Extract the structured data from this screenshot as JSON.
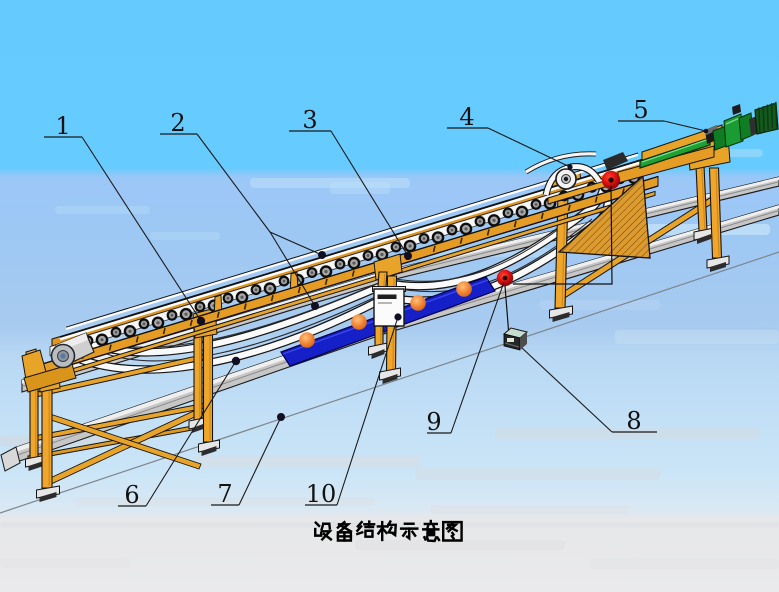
{
  "figure": {
    "type": "belt-conveyor-structure-schematic",
    "caption": "设备结构示意图"
  },
  "callouts": [
    {
      "number": "1"
    },
    {
      "number": "2"
    },
    {
      "number": "3"
    },
    {
      "number": "4"
    },
    {
      "number": "5"
    },
    {
      "number": "6"
    },
    {
      "number": "7"
    },
    {
      "number": "8"
    },
    {
      "number": "9"
    },
    {
      "number": "10"
    }
  ],
  "colors": {
    "sky_top": "#66CBFE",
    "sky_mid": "#9BC7F7",
    "ground_gray": "#EAEAEC",
    "frame_orange": "#E8A428",
    "drive_green": "#1FA032",
    "motor_dark_green": "#14591E",
    "plate_blue": "#1520C8",
    "switch_red": "#DE1212",
    "roller_ball_orange": "#F08030",
    "beam_gray": "#C6C6C6",
    "belt_white": "#F8F8F8"
  }
}
